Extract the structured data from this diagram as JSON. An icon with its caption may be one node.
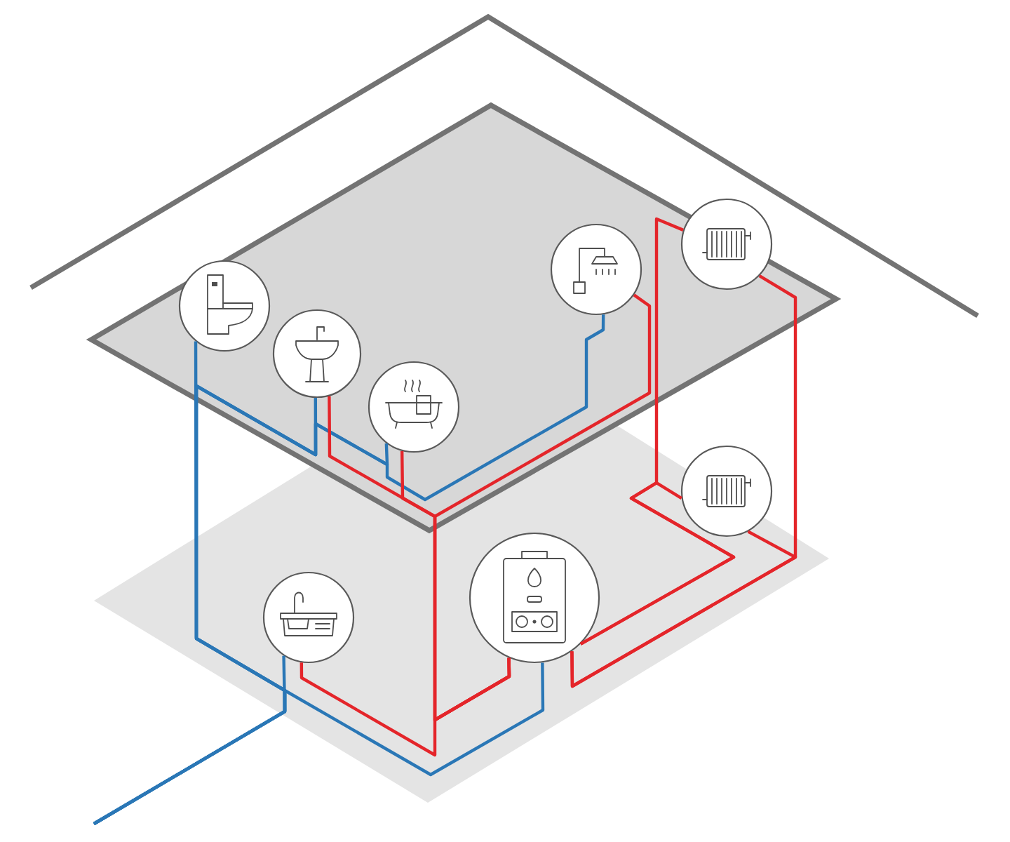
{
  "diagram": {
    "nodes": [
      {
        "text": [],
        "shape": "circle"
      },
      {
        "text": [],
        "shape": "circle"
      },
      {
        "text": [],
        "shape": "circle"
      },
      {
        "text": [],
        "shape": "circle"
      },
      {
        "text": [],
        "shape": "circle"
      },
      {
        "text": [],
        "shape": "circle"
      },
      {
        "text": [],
        "shape": "circle"
      },
      {
        "text": [],
        "shape": "circle"
      }
    ],
    "edges": [
      {
        "from": null,
        "to": 6,
        "arrow": "none",
        "color": "#2a77b6"
      },
      {
        "from": null,
        "to": 7,
        "arrow": "none",
        "color": "#2a77b6"
      },
      {
        "from": null,
        "to": 0,
        "arrow": "none",
        "color": "#2a77b6"
      },
      {
        "from": null,
        "to": 1,
        "arrow": "none",
        "color": "#2a77b6"
      },
      {
        "from": null,
        "to": 2,
        "arrow": "none",
        "color": "#2a77b6"
      },
      {
        "from": null,
        "to": 3,
        "arrow": "none",
        "color": "#2a77b6"
      },
      {
        "from": 7,
        "to": 6,
        "arrow": "none"
      },
      {
        "from": 7,
        "to": 1,
        "arrow": "none"
      },
      {
        "from": 7,
        "to": 2,
        "arrow": "none"
      },
      {
        "from": 7,
        "to": 3,
        "arrow": "none"
      },
      {
        "from": 7,
        "to": 4,
        "arrow": "none"
      },
      {
        "from": 7,
        "to": 5,
        "arrow": "none"
      },
      {
        "from": 4,
        "to": 7,
        "arrow": "none"
      },
      {
        "from": 5,
        "to": 7,
        "arrow": "none"
      }
    ]
  }
}
